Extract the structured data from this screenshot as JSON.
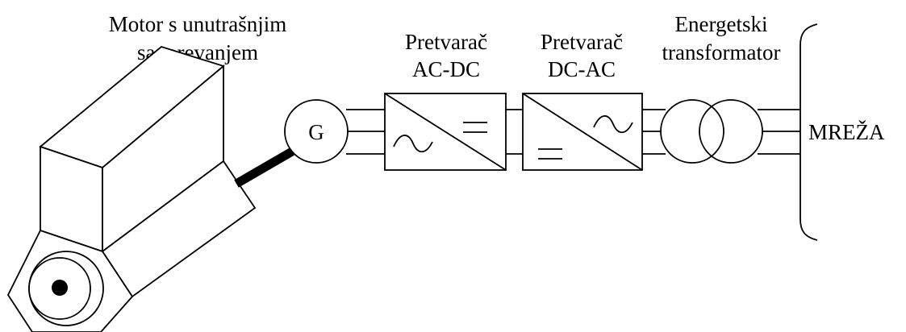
{
  "labels": {
    "engine_line1": "Motor s unutrašnjim",
    "engine_line2": "sagorevanjem",
    "rectifier_line1": "Pretvarač",
    "rectifier_line2": "AC-DC",
    "inverter_line1": "Pretvarač",
    "inverter_line2": "DC-AC",
    "transformer_line1": "Energetski",
    "transformer_line2": "transformator",
    "generator": "G",
    "grid": "MREŽA"
  }
}
